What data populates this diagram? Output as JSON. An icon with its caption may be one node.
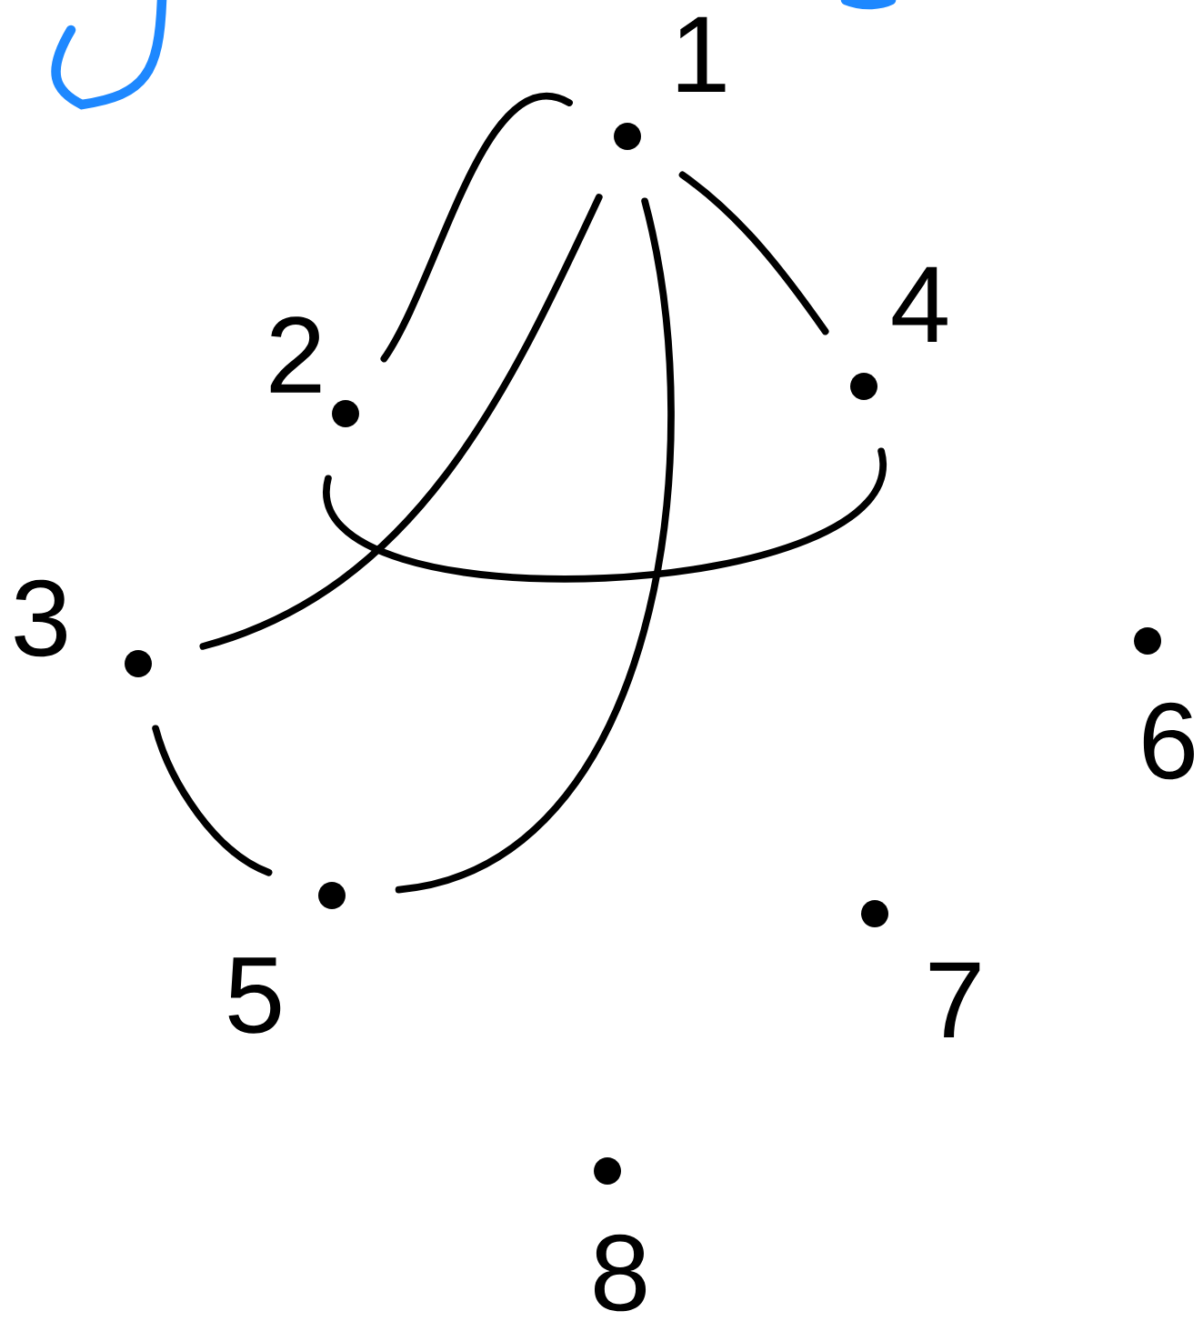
{
  "diagram": {
    "nodes": [
      {
        "text": [
          "1"
        ]
      },
      {
        "text": [
          "2"
        ]
      },
      {
        "text": [
          "3"
        ]
      },
      {
        "text": [
          "4"
        ]
      },
      {
        "text": [
          "5"
        ]
      },
      {
        "text": [
          "6"
        ]
      },
      {
        "text": [
          "7"
        ]
      },
      {
        "text": [
          "8"
        ]
      }
    ],
    "edges": [
      {
        "from": 0,
        "to": 1,
        "arrow": "none"
      },
      {
        "from": 0,
        "to": 2,
        "arrow": "none"
      },
      {
        "from": 0,
        "to": 3,
        "arrow": "none"
      },
      {
        "from": 0,
        "to": 4,
        "arrow": "none"
      },
      {
        "from": 1,
        "to": 3,
        "arrow": "none"
      },
      {
        "from": 2,
        "to": 4,
        "arrow": "none"
      }
    ]
  }
}
